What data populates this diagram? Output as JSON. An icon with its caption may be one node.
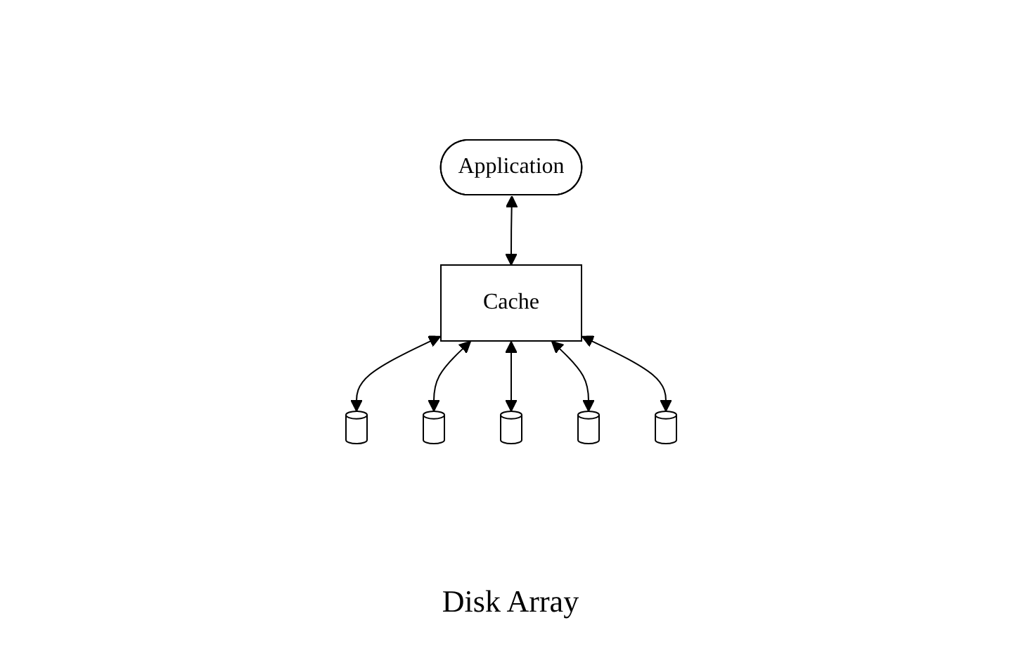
{
  "diagram": {
    "nodes": [
      {
        "text": [
          "Application"
        ]
      },
      {
        "text": [
          "Cache"
        ]
      },
      {
        "text": [],
        "shape": "cylinder"
      },
      {
        "text": [],
        "shape": "cylinder"
      },
      {
        "text": [],
        "shape": "cylinder"
      },
      {
        "text": [],
        "shape": "cylinder"
      },
      {
        "text": [],
        "shape": "cylinder"
      }
    ],
    "edges": [
      {
        "from": 0,
        "to": 1,
        "arrow": "both"
      },
      {
        "from": 1,
        "to": 2,
        "arrow": "both"
      },
      {
        "from": 1,
        "to": 3,
        "arrow": "both"
      },
      {
        "from": 1,
        "to": 4,
        "arrow": "both"
      },
      {
        "from": 1,
        "to": 5,
        "arrow": "both"
      },
      {
        "from": 1,
        "to": 6,
        "arrow": "both"
      }
    ],
    "labels": [
      "Disk Array"
    ]
  }
}
